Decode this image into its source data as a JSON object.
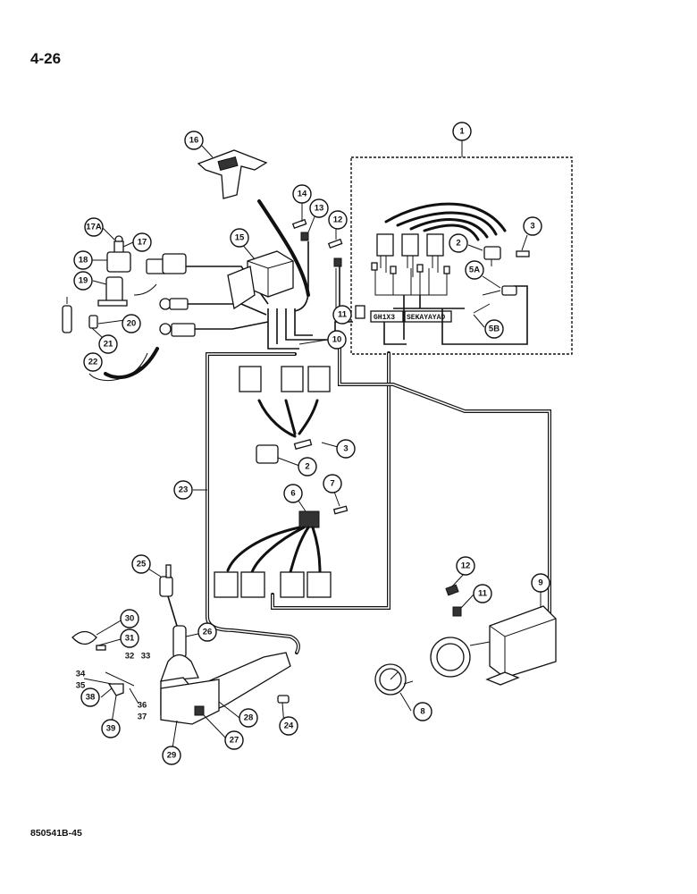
{
  "header": {
    "page_number": "4-26"
  },
  "footer": {
    "document_code": "850541B-45"
  },
  "callouts": [
    "1",
    "2",
    "3",
    "5A",
    "5B",
    "16",
    "14",
    "13",
    "12",
    "15",
    "17A",
    "17",
    "18",
    "19",
    "20",
    "21",
    "22",
    "11",
    "10",
    "2",
    "3",
    "23",
    "6",
    "7",
    "25",
    "12",
    "11",
    "9",
    "30",
    "31",
    "32",
    "33",
    "26",
    "34",
    "35",
    "38",
    "36",
    "37",
    "39",
    "28",
    "27",
    "24",
    "29",
    "8"
  ],
  "fuse_box_labels": {
    "left": "GH1X3",
    "right": "SEKAYAYAD"
  }
}
